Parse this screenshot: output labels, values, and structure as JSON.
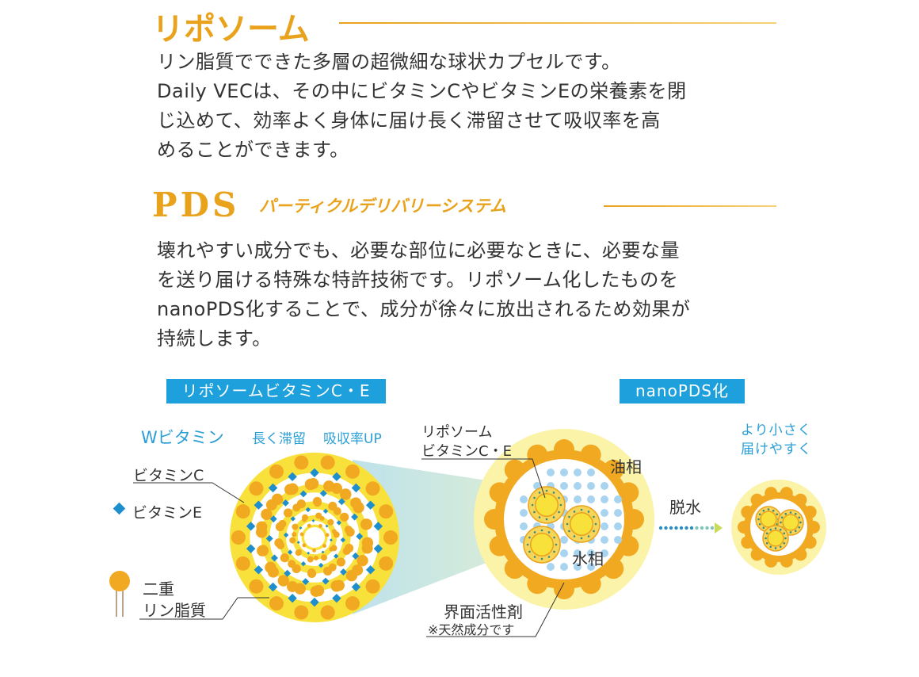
{
  "section1": {
    "heading": "リポソーム",
    "lines": [
      "リン脂質でできた多層の超微細な球状カプセルです。",
      "Daily VECは、その中にビタミンCやビタミンEの栄養素を閉",
      "じ込めて、効率よく身体に届け長く滞留させて吸収率を高",
      "めることができます。"
    ]
  },
  "section2": {
    "heading": "PDS",
    "subheading": "パーティクルデリバリーシステム",
    "lines": [
      "壊れやすい成分でも、必要な部位に必要なときに、必要な量",
      "を送り届ける特殊な特許技術です。リポソーム化したものを",
      "nanoPDS化することで、成分が徐々に放出されるため効果が",
      "持続します。"
    ]
  },
  "diagram": {
    "tag_left": "リポソームビタミンC・E",
    "tag_right": "nanoPDS化",
    "features": [
      "Wビタミン",
      "長く滞留",
      "吸収率UP"
    ],
    "vitamin_c": "ビタミンC",
    "vitamin_e": "ビタミンE",
    "phospholipid": [
      "二重",
      "リン脂質"
    ],
    "liposome_label": [
      "リポソーム",
      "ビタミンC・E"
    ],
    "oil_phase": "油相",
    "water_phase": "水相",
    "dehydration": "脱水",
    "surfactant": "界面活性剤",
    "surfactant_note": "※天然成分です",
    "smaller": [
      "より小さく",
      "届けやすく"
    ],
    "colors": {
      "gold": "#e9a21c",
      "blue": "#1ea0dc",
      "yellow": "#f7e13a",
      "orange": "#f2a922"
    }
  }
}
